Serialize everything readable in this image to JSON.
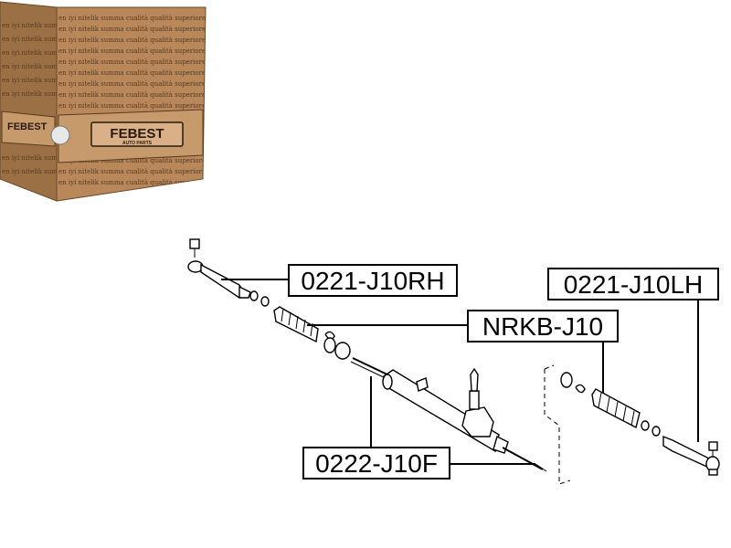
{
  "box": {
    "brand": "FEBEST",
    "brand_sub": "AUTO PARTS",
    "print_text": "en iyi nitelik  summa cualità  qualità superiore  calidad de genuine  summa bonum  spitzenqualität  en iyi nitelik"
  },
  "labels": {
    "tie_rod_end_right": "0221-J10RH",
    "tie_rod_end_left": "0221-J10LH",
    "boot": "NRKB-J10",
    "rack_end": "0222-J10F"
  }
}
